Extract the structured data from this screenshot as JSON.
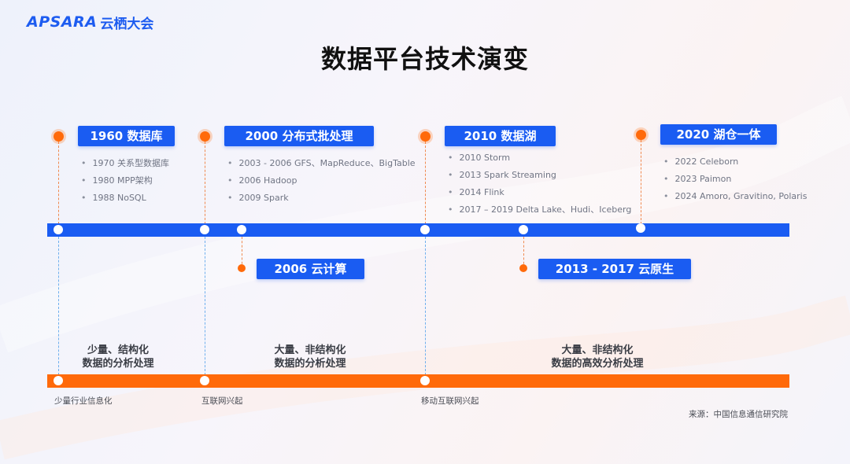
{
  "logo": {
    "mark": "APSARA",
    "name": "云栖大会"
  },
  "title": "数据平台技术演变",
  "milestones_top": [
    {
      "label": "1960 数据库",
      "items": [
        "1970 关系型数据库",
        "1980 MPP架构",
        "1988 NoSQL"
      ]
    },
    {
      "label": "2000 分布式批处理",
      "items": [
        "2003 - 2006 GFS、MapReduce、BigTable",
        "2006 Hadoop",
        "2009 Spark"
      ]
    },
    {
      "label": "2010 数据湖",
      "items": [
        "2010 Storm",
        "2013 Spark Streaming",
        "2014 Flink",
        "2017 – 2019 Delta Lake、Hudi、Iceberg"
      ]
    },
    {
      "label": "2020 湖仓一体",
      "items": [
        "2022 Celeborn",
        "2023 Paimon",
        "2024 Amoro, Gravitino, Polaris"
      ]
    }
  ],
  "milestones_bottom": [
    {
      "label": "2006 云计算"
    },
    {
      "label": "2013 - 2017 云原生"
    }
  ],
  "summaries": [
    {
      "line1": "少量、结构化",
      "line2": "数据的分析处理"
    },
    {
      "line1": "大量、非结构化",
      "line2": "数据的分析处理"
    },
    {
      "line1": "大量、非结构化",
      "line2": "数据的高效分析处理"
    }
  ],
  "eras": [
    "少量行业信息化",
    "互联网兴起",
    "移动互联网兴起"
  ],
  "source": "来源：中国信息通信研究院",
  "colors": {
    "blue": "#1a5cf2",
    "orange": "#ff6a0a",
    "dashed_blue": "#6fb0ee",
    "dashed_orange": "#f08a50"
  }
}
